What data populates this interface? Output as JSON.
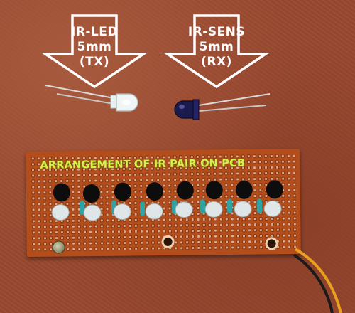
{
  "image": {
    "arrow_left": {
      "line1": "IR-LED",
      "line2": "5mm",
      "line3": "(TX)"
    },
    "arrow_right": {
      "line1": "IR-SENS",
      "line2": "5mm",
      "line3": "(RX)"
    },
    "pcb_title": "ARRANGEMENT OF IR PAIR ON PCB",
    "colors": {
      "background": "#99482f",
      "pcb": "#b44d1c",
      "pcb_text": "#d8f04a",
      "arrow": "#ffffff"
    }
  }
}
